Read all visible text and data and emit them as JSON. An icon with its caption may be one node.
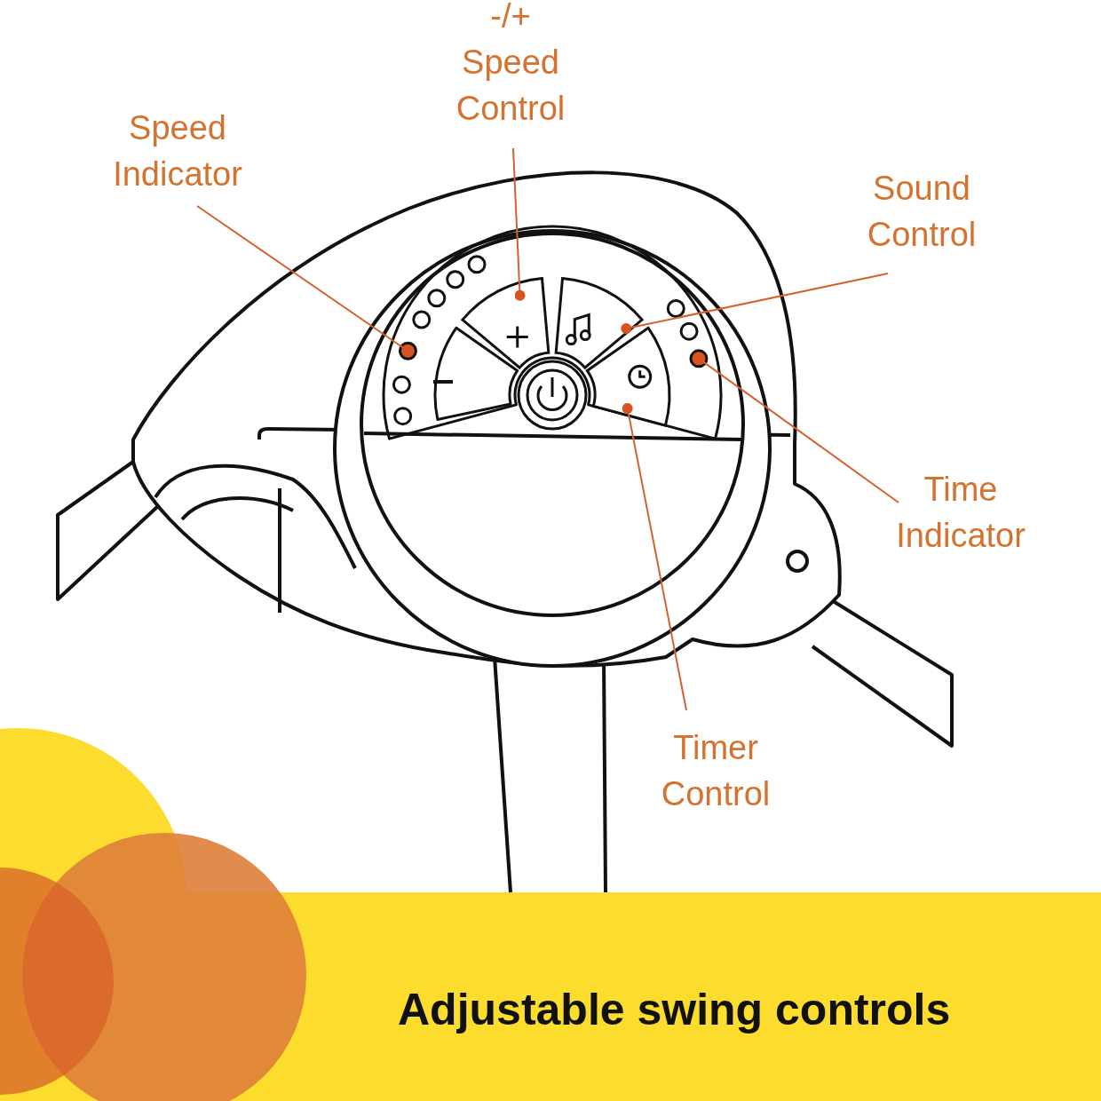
{
  "diagram": {
    "caption": "Adjustable swing controls",
    "nodes": [
      {
        "text": [
          "Speed Indicator"
        ]
      },
      {
        "text": [
          "-/+ Speed Control"
        ]
      },
      {
        "text": [
          "Sound Control"
        ]
      },
      {
        "text": [
          "Time Indicator"
        ]
      },
      {
        "text": [
          "Timer Control"
        ]
      },
      {
        "text": [],
        "shape": "circle"
      },
      {
        "text": [],
        "shape": "box"
      },
      {
        "text": [],
        "shape": "box"
      },
      {
        "text": [],
        "shape": "circle"
      },
      {
        "text": [],
        "shape": "box"
      }
    ],
    "edges": [
      {
        "from": 0,
        "to": 5,
        "arrow": "other"
      },
      {
        "from": 1,
        "to": 6,
        "arrow": "other"
      },
      {
        "from": 2,
        "to": 7,
        "arrow": "other"
      },
      {
        "from": 3,
        "to": 8,
        "arrow": "other"
      },
      {
        "from": 4,
        "to": 9,
        "arrow": "other"
      }
    ]
  }
}
